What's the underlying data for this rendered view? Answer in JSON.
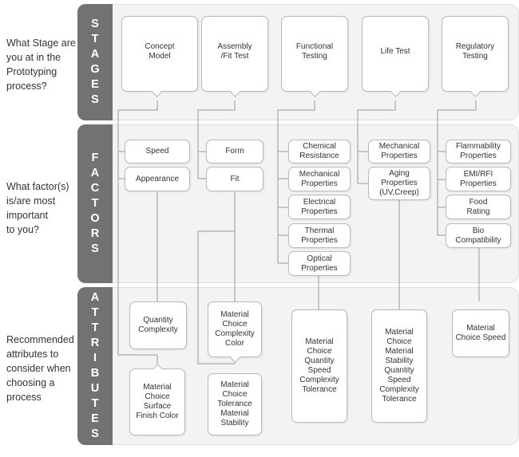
{
  "questions": {
    "stage": "What Stage are\nyou at in the\nPrototyping\nprocess?",
    "factors": "What factor(s)\nis/are most\nimportant\nto you?",
    "attributes": "Recommended\nattributes to\nconsider when\nchoosing a\nprocess"
  },
  "bands": {
    "stages": [
      "S",
      "T",
      "A",
      "G",
      "E",
      "S"
    ],
    "factors": [
      "F",
      "A",
      "C",
      "T",
      "O",
      "R",
      "S"
    ],
    "attributes": [
      "A",
      "T",
      "T",
      "R",
      "I",
      "B",
      "U",
      "T",
      "E",
      "S"
    ]
  },
  "stages": [
    "Concept\nModel",
    "Assembly\n/Fit Test",
    "Functional\nTesting",
    "Life Test",
    "Regulatory\nTesting"
  ],
  "factors": {
    "concept": [
      "Speed",
      "Appearance"
    ],
    "assembly": [
      "Form",
      "Fit"
    ],
    "functional": [
      "Chemical\nResistance",
      "Mechanical\nProperties",
      "Electrical\nProperties",
      "Thermal\nProperties",
      "Optical\nProperties"
    ],
    "life": [
      "Mechanical\nProperties",
      "Aging\nProperties\n(UV,Creep)"
    ],
    "regulatory": [
      "Flammability\nProperties",
      "EMI/RFI\nProperties",
      "Food\nRating",
      "Bio\nCompatibility"
    ]
  },
  "attributes": {
    "concept_a": "Quantity\nComplexity",
    "concept_b": "Material\nChoice\nSurface\nFinish Color",
    "assembly_a": "Material\nChoice\nComplexity\nColor",
    "assembly_b": "Material\nChoice\nTolerance\nMaterial\nStability",
    "functional": "Material\nChoice\nQuantity\nSpeed\nComplexity\nTolerance",
    "life": "Material\nChoice\nMaterial\nStability\nQuantity\nSpeed\nComplexity\nTolerance",
    "regulatory": "Material\nChoice Speed"
  }
}
